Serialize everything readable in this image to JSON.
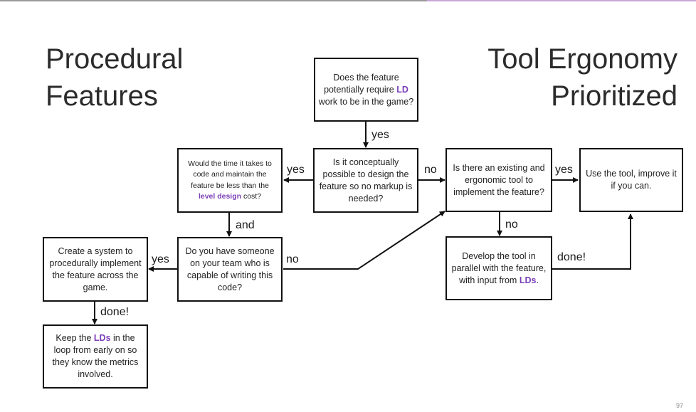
{
  "slide": {
    "title_left": "Procedural\nFeatures",
    "title_right": "Tool Ergonomy\nPrioritized",
    "page_number": "97",
    "accent_color": "#7b3fb8"
  },
  "nodes": {
    "q_ld_work": {
      "pre": "Does the feature potentially require ",
      "hl": "LD",
      "post": " work to be in the game?"
    },
    "q_no_markup": {
      "text": "Is it conceptually possible to design the feature so no markup is needed?"
    },
    "q_time_cost": {
      "pre": "Would the time it takes to code and maintain the feature be less than the ",
      "hl": "level design",
      "post": " cost?"
    },
    "q_existing_tool": {
      "text": "Is there an existing and ergonomic tool to implement the feature?"
    },
    "use_tool": {
      "text": "Use the tool, improve it if you can."
    },
    "q_someone_capable": {
      "text": "Do you have someone on your team who is capable of writing this code?"
    },
    "create_system": {
      "text": "Create a system to procedurally implement the feature across the game."
    },
    "develop_tool": {
      "pre": "Develop the tool in parallel with the feature, with input from ",
      "hl": "LDs",
      "post": "."
    },
    "keep_lds": {
      "pre": "Keep the ",
      "hl": "LDs",
      "post": " in the loop from early on so they know the metrics involved."
    }
  },
  "edge_labels": {
    "yes_down": "yes",
    "yes_left": "yes",
    "no_right": "no",
    "yes_right": "yes",
    "and": "and",
    "no_down": "no",
    "yes_create": "yes",
    "no_to_tool": "no",
    "done_develop": "done!",
    "done_create": "done!"
  }
}
